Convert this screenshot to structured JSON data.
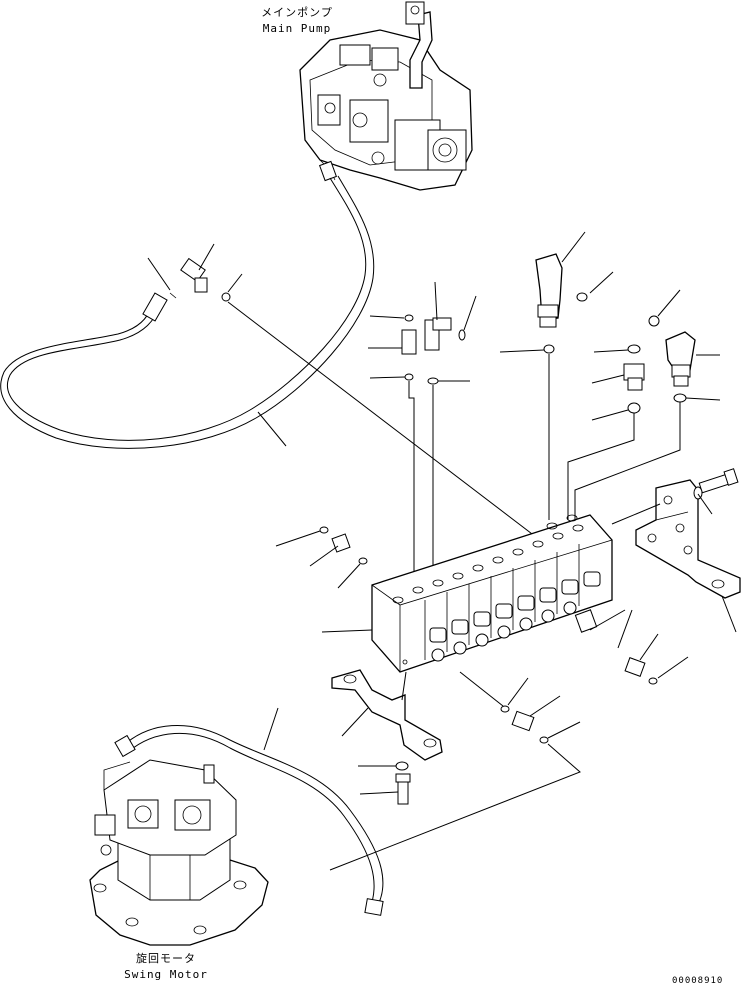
{
  "labels": {
    "main_pump_jp": "メインポンプ",
    "main_pump_en": "Main Pump",
    "swing_motor_jp": "旋回モータ",
    "swing_motor_en": "Swing Motor",
    "drawing_number": "00008910"
  }
}
